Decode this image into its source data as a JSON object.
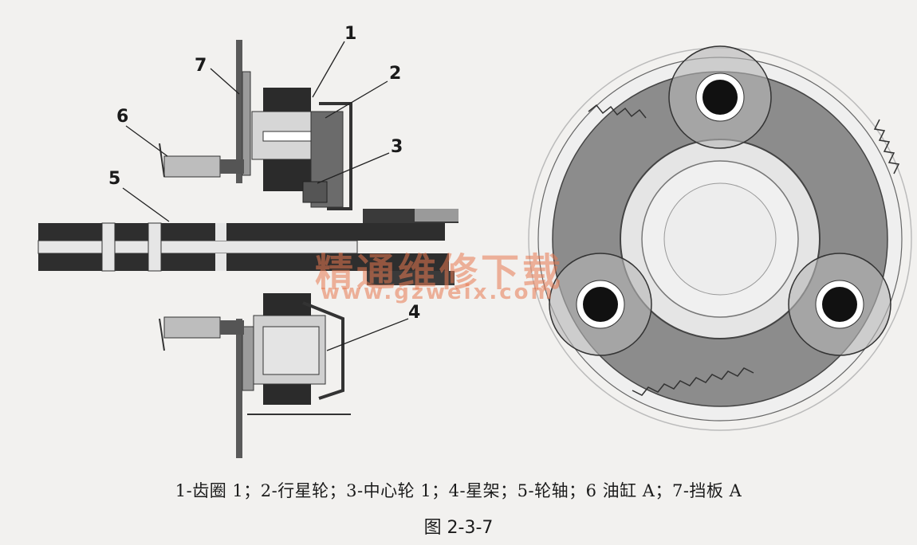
{
  "callouts": {
    "c1": "1",
    "c2": "2",
    "c3": "3",
    "c4": "4",
    "c5": "5",
    "c6": "6",
    "c7": "7"
  },
  "caption": "1-齿圈 1；2-行星轮；3-中心轮 1；4-星架；5-轮轴；6 油缸 A；7-挡板 A",
  "figure_number": "图 2-3-7",
  "watermark": {
    "main": "精通维修下载",
    "url": "www.gzweix.com"
  },
  "colors": {
    "dark": "#2b2b2b",
    "mid_gray": "#8a8a8a",
    "light_gray": "#cfcfcf",
    "watermark": "#e87850"
  }
}
